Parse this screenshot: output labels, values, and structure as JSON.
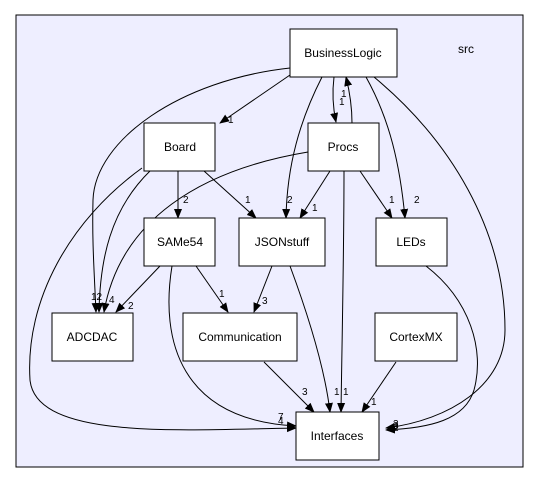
{
  "cluster_label": "src",
  "nodes": {
    "businesslogic": "BusinessLogic",
    "board": "Board",
    "procs": "Procs",
    "same54": "SAMe54",
    "jsonstuff": "JSONstuff",
    "leds": "LEDs",
    "adcdac": "ADCDAC",
    "communication": "Communication",
    "cortexmx": "CortexMX",
    "interfaces": "Interfaces"
  },
  "edge_labels": {
    "bl_board": "1",
    "bl_procs": "1",
    "procs_bl": "1",
    "bl_json": "2",
    "bl_leds": "2",
    "board_same54": "2",
    "board_json": "1",
    "procs_json": "1",
    "procs_leds": "1",
    "procs_interfaces": "1",
    "same54_adcdac": "2",
    "same54_comm": "1",
    "json_comm": "3",
    "json_interfaces": "1",
    "comm_interfaces": "3",
    "cortex_interfaces": "1",
    "adcdac_in_a": "12",
    "adcdac_in_b": "4",
    "interfaces_in_a": "7",
    "interfaces_in_b": "4",
    "interfaces_in_c": "3",
    "interfaces_in_d": "3",
    "interfaces_in_e": "2"
  }
}
